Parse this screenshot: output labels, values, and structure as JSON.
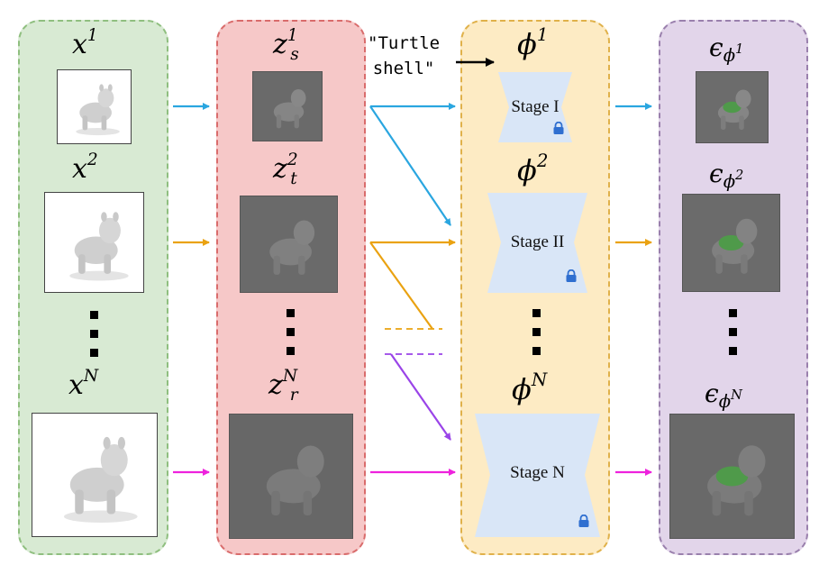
{
  "prompt": {
    "line1": "\"Turtle",
    "line2": "shell\""
  },
  "images": [
    {
      "base": "x",
      "sup": "1"
    },
    {
      "base": "x",
      "sup": "2"
    },
    {
      "base": "x",
      "sup": "N"
    }
  ],
  "latents": [
    {
      "base": "z",
      "sup": "1",
      "sub": "s"
    },
    {
      "base": "z",
      "sup": "2",
      "sub": "t"
    },
    {
      "base": "z",
      "sup": "N",
      "sub": "r"
    }
  ],
  "stages": [
    {
      "phi": "ϕ",
      "sup": "1",
      "label": "Stage I"
    },
    {
      "phi": "ϕ",
      "sup": "2",
      "label": "Stage II"
    },
    {
      "phi": "ϕ",
      "sup": "N",
      "label": "Stage N"
    }
  ],
  "noise": [
    {
      "base": "ϵ",
      "sub_base": "ϕ",
      "sub_sup": "1"
    },
    {
      "base": "ϵ",
      "sub_base": "ϕ",
      "sub_sup": "2"
    },
    {
      "base": "ϵ",
      "sub_base": "ϕ",
      "sub_sup": "N"
    }
  ],
  "colors": {
    "row1": "#2aa6e0",
    "row2": "#eaa211",
    "row3": "#ee22dd",
    "dashed_purple": "#9a44e8",
    "lock": "#2f6fd0",
    "unet": "#d9e6f7"
  },
  "icons": {
    "lock": "lock-icon",
    "arrow": "arrow-icon"
  }
}
